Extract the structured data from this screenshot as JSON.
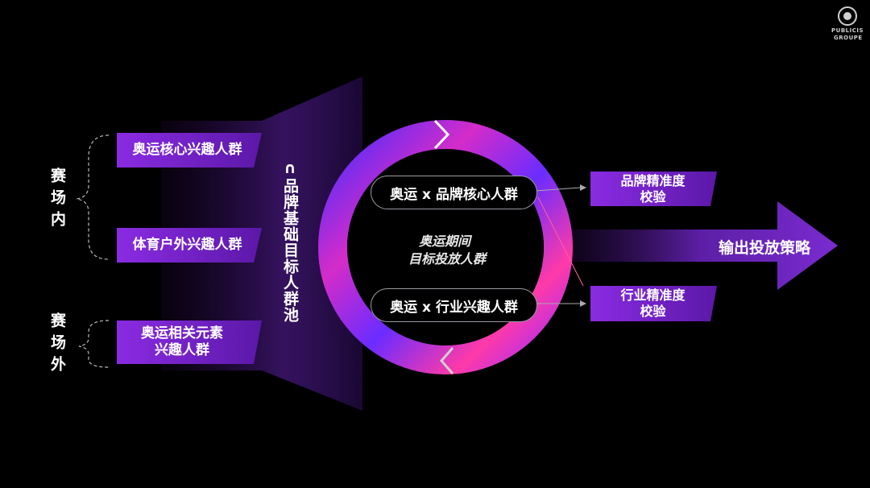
{
  "left_groups": [
    {
      "label": "赛场内"
    },
    {
      "label": "赛场外"
    }
  ],
  "left_tags": [
    {
      "label": "奥运核心兴趣人群"
    },
    {
      "label": "体育户外兴趣人群"
    },
    {
      "label": "奥运相关元素兴趣人群"
    }
  ],
  "funnel_label": "∩品牌基础目标人群池",
  "center": {
    "title_line1": "奥运期间",
    "title_line2": "目标投放人群",
    "pill_top": "奥运 x 品牌核心人群",
    "pill_bottom": "奥运 x 行业兴趣人群"
  },
  "right_tags": [
    {
      "line1": "品牌精准度",
      "line2": "校验"
    },
    {
      "line1": "行业精准度",
      "line2": "校验"
    }
  ],
  "output_label": "输出投放策略",
  "logo": {
    "line1": "PUBLICIS",
    "line2": "GROUPE"
  },
  "colors": {
    "purple": "#7a2bd0",
    "magenta": "#c02ad8",
    "background": "#000000"
  }
}
